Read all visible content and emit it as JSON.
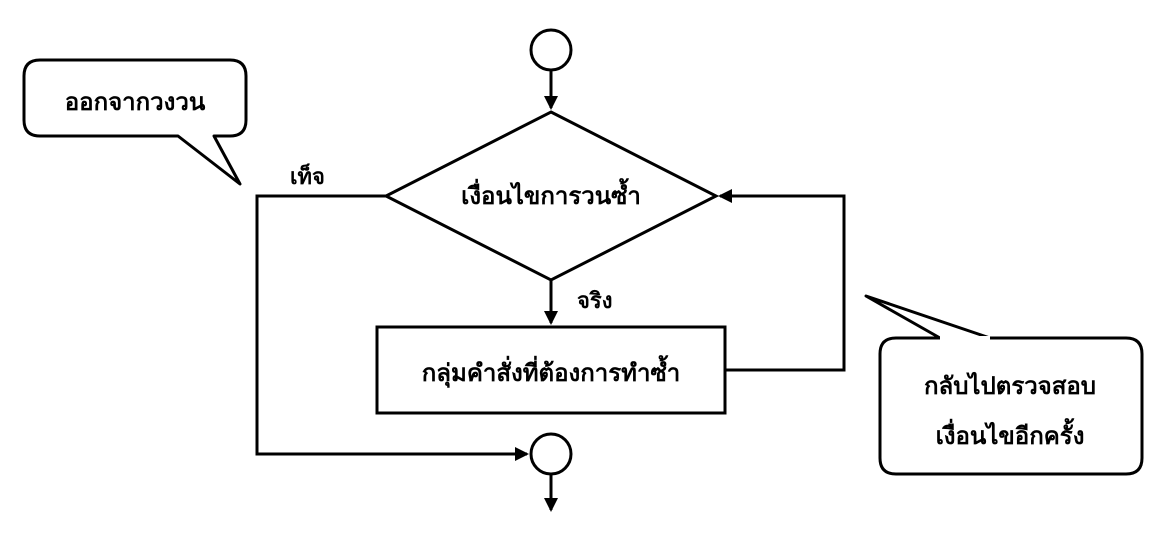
{
  "diagram": {
    "type": "flowchart",
    "description_labels": {
      "decision": "เงื่อนไขการวนซ้ำ",
      "process": "กลุ่มคำสั่งที่ต้องการทำซ้ำ",
      "true_label": "จริง",
      "false_label": "เท็จ",
      "callout_exit": "ออกจากวงวน",
      "callout_return_line1": "กลับไปตรวจสอบ",
      "callout_return_line2": "เงื่อนไขอีกครั้ง"
    },
    "colors": {
      "stroke": "#000000",
      "fill": "#ffffff",
      "text": "#000000"
    }
  }
}
